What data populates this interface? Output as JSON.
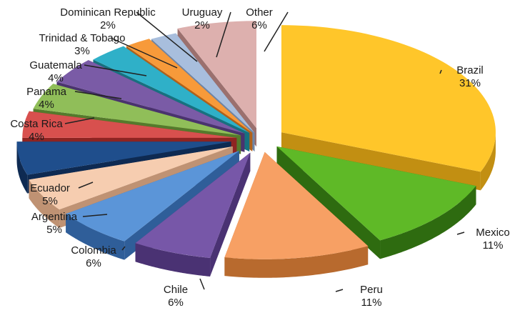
{
  "chart_data": {
    "type": "pie",
    "style": "3d-exploded",
    "title": "",
    "legend": "none",
    "series": [
      {
        "name": "Brazil",
        "value": 31,
        "label": "31%",
        "color": "#FFC62A",
        "side": "#C28F12"
      },
      {
        "name": "Mexico",
        "value": 11,
        "label": "11%",
        "color": "#5FB927",
        "side": "#2E6B10"
      },
      {
        "name": "Peru",
        "value": 11,
        "label": "11%",
        "color": "#F7A064",
        "side": "#B86A2E"
      },
      {
        "name": "Chile",
        "value": 6,
        "label": "6%",
        "color": "#7757A8",
        "side": "#4A3273"
      },
      {
        "name": "Colombia",
        "value": 6,
        "label": "6%",
        "color": "#5B95D8",
        "side": "#2F5E99"
      },
      {
        "name": "Argentina",
        "value": 5,
        "label": "5%",
        "color": "#F6CDB0",
        "side": "#BF9273"
      },
      {
        "name": "Ecuador",
        "value": 5,
        "label": "5%",
        "color": "#1F4E8C",
        "side": "#0E2A52"
      },
      {
        "name": "Costa Rica",
        "value": 4,
        "label": "4%",
        "color": "#D8504E",
        "side": "#8E2422"
      },
      {
        "name": "Panama",
        "value": 4,
        "label": "4%",
        "color": "#90BE59",
        "side": "#557A2C"
      },
      {
        "name": "Guatemala",
        "value": 4,
        "label": "4%",
        "color": "#7A5BA6",
        "side": "#4A336E"
      },
      {
        "name": "Trinidad & Tobago",
        "value": 3,
        "label": "3%",
        "color": "#2FB0C8",
        "side": "#17717F"
      },
      {
        "name": "Dominican Republic",
        "value": 2,
        "label": "2%",
        "color": "#F79A3A",
        "side": "#B0611A"
      },
      {
        "name": "Uruguay",
        "value": 2,
        "label": "2%",
        "color": "#A8BEDD",
        "side": "#6E85A6"
      },
      {
        "name": "Other",
        "value": 6,
        "label": "6%",
        "color": "#DDB0AE",
        "side": "#9B706E"
      }
    ]
  }
}
